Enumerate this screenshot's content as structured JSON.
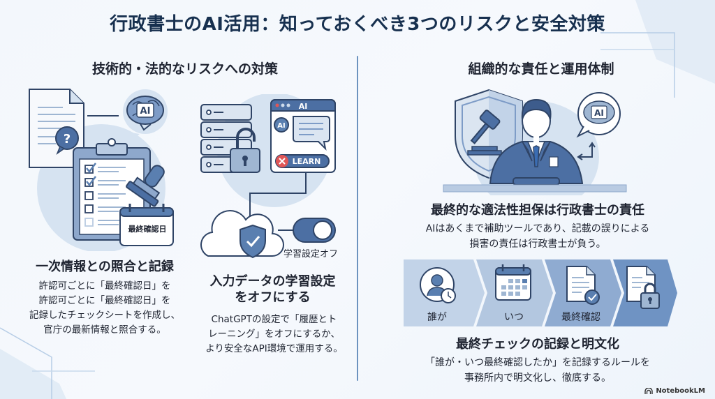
{
  "title": "行政書士のAI活用：知っておくべき3つのリスクと安全対策",
  "left_section": {
    "heading": "技術的・法的なリスクへの対策",
    "card1": {
      "illustration_label": "最終確認日",
      "ai_badge": "AI",
      "title": "一次情報との照合と記録",
      "body_lines": [
        "許認可ごとに「最終確認日」を",
        "許認可ごとに「最終確認日」を",
        "記録したチェックシートを作成し、",
        "官庁の最新情報と照合する。"
      ]
    },
    "card2": {
      "window_title": "AI",
      "ai_badge": "AI",
      "learn_label": "LEARN",
      "toggle_label": "学習設定オフ",
      "title_lines": [
        "入力データの学習設定",
        "をオフにする"
      ],
      "body_lines": [
        "ChatGPTの設定で「履歴とト",
        "レーニング」をオフにするか、",
        "より安全なAPI環境で運用する。"
      ]
    }
  },
  "right_section": {
    "heading": "組織的な責任と運用体制",
    "card3": {
      "ai_badge": "AI",
      "title": "最終的な適法性担保は行政書士の責任",
      "body_lines": [
        "AIはあくまで補助ツールであり、記載の誤りによる",
        "損害の責任は行政書士が負う。"
      ]
    },
    "steps": [
      {
        "label": "誰が",
        "icon": "person-clock-icon"
      },
      {
        "label": "いつ",
        "icon": "calendar-icon"
      },
      {
        "label": "最終確認",
        "icon": "document-check-icon"
      },
      {
        "label": "",
        "icon": "document-lock-icon"
      }
    ],
    "card4": {
      "title": "最終チェックの記録と明文化",
      "body_lines": [
        "「誰が・いつ最終確認したか」を記録するルールを",
        "事務所内で明文化し、徹底する。"
      ]
    }
  },
  "brand": "NotebookLM",
  "colors": {
    "navy": "#17304f",
    "accent_blue": "#5a7fb0",
    "light_blue": "#cfdcec",
    "outline": "#2f4466",
    "red": "#e05656"
  }
}
